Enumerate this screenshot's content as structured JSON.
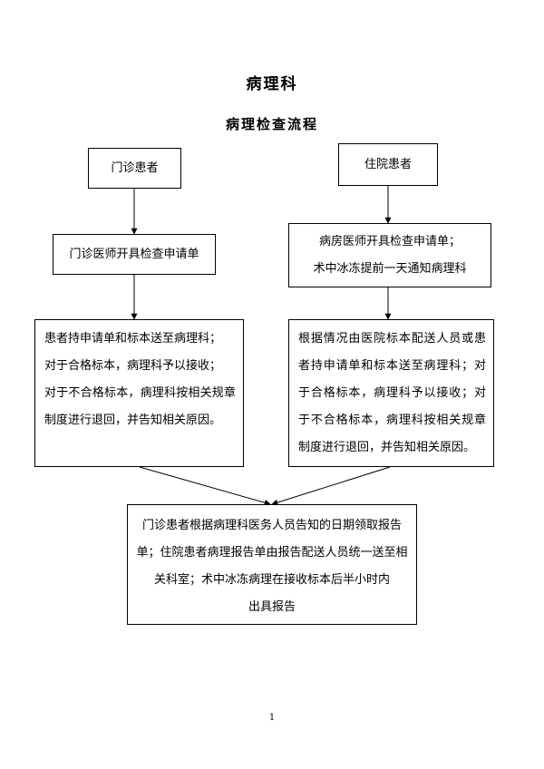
{
  "title": "病理科",
  "subtitle": "病理检查流程",
  "nodes": {
    "outpatient": "门诊患者",
    "inpatient": "住院患者",
    "outpatient_request": "门诊医师开具检查申请单",
    "inpatient_request": [
      "病房医师开具检查申请单；",
      "术中冰冻提前一天通知病理科"
    ],
    "outpatient_delivery": [
      "患者持申请单和标本送至病理科；",
      "对于合格标本，病理科予以接收；",
      "对于不合格标本，病理科按相关规章制度进行退回，并告知相关原因。"
    ],
    "inpatient_delivery": "根据情况由医院标本配送人员或患者持申请单和标本送至病理科；对于合格标本，病理科予以接收；对于不合格标本，病理科按相关规章制度进行退回，并告知相关原因。",
    "report": [
      "门诊患者根据病理科医务人员告知的日期领取报告单；住院患者病理报告单由报告配送人员统一送至相关科室；术中冰冻病理在接收标本后半小时内",
      "出具报告"
    ]
  },
  "page_number": "1"
}
